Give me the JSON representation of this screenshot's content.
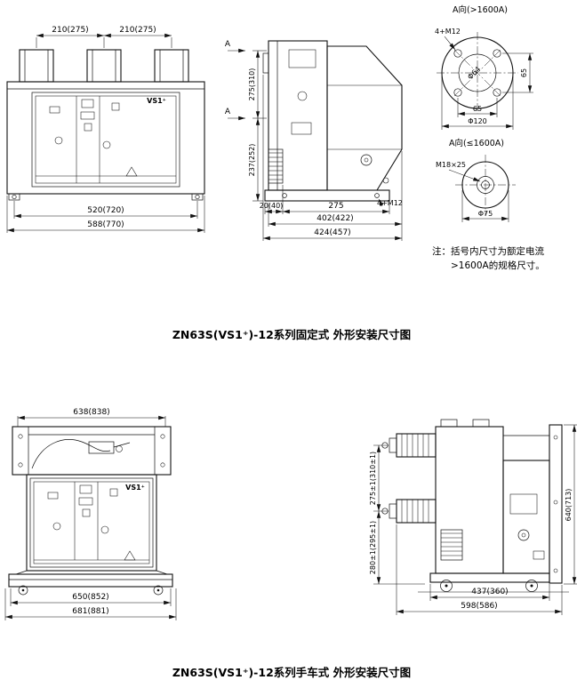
{
  "colors": {
    "line": "#111111",
    "background": "#ffffff"
  },
  "captions": {
    "fixed": "ZN63S(VS1⁺)-12系列固定式 外形安装尺寸图",
    "handcart": "ZN63S(VS1⁺)-12系列手车式 外形安装尺寸图"
  },
  "note": {
    "line1": "注：括号内尺寸为额定电流",
    "line2": ">1600A的规格尺寸。"
  },
  "fixed_front": {
    "dim_top_left": "210(275)",
    "dim_top_right": "210(275)",
    "device_label": "VS1⁺",
    "dim_bottom_inner": "520(720)",
    "dim_bottom_outer": "588(770)"
  },
  "fixed_side": {
    "section_mark_top": "A",
    "section_mark_bottom": "A",
    "dim_upper_height": "275(310)",
    "dim_lower_height": "237(252)",
    "dim_offset": "20(40)",
    "dim_pole": "275",
    "bolt_label": "4+M12",
    "dim_depth_inner": "402(422)",
    "dim_depth_outer": "424(457)"
  },
  "view_a_large": {
    "title": "A向(>1600A)",
    "bolt_label": "4+M12",
    "dim_center": "Φ64",
    "dim_side": "65",
    "dim_bottom": "65",
    "dim_outer": "Φ120"
  },
  "view_a_small": {
    "title": "A向(≤1600A)",
    "bolt_label": "M18×25",
    "dim_outer": "Φ75"
  },
  "handcart_front": {
    "dim_top": "638(838)",
    "device_label": "VS1⁺",
    "dim_bottom_inner": "650(852)",
    "dim_bottom_outer": "681(881)"
  },
  "handcart_side": {
    "dim_pole_spacing": "275±1(310±1)",
    "dim_lower_height": "280±1(295±1)",
    "dim_total_height": "640(713)",
    "dim_depth_inner": "437(360)",
    "dim_depth_outer": "598(586)"
  }
}
